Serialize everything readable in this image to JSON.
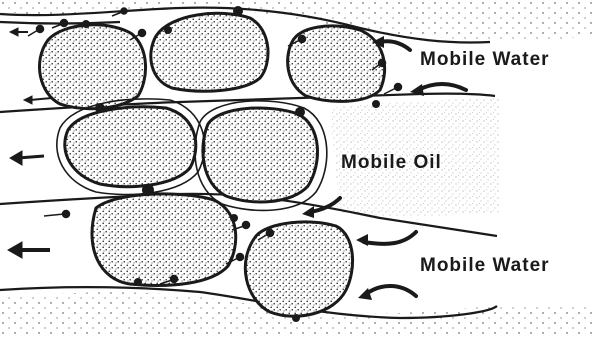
{
  "labels": {
    "top_layer": "Mobile Water",
    "middle_layer": "Mobile Oil",
    "bottom_layer": "Mobile Water"
  },
  "colors": {
    "ink": "#1a1a1a",
    "paper": "#ffffff"
  },
  "icons": {
    "flow_arrow": "arrow-left-icon",
    "droplet": "droplet-icon"
  }
}
